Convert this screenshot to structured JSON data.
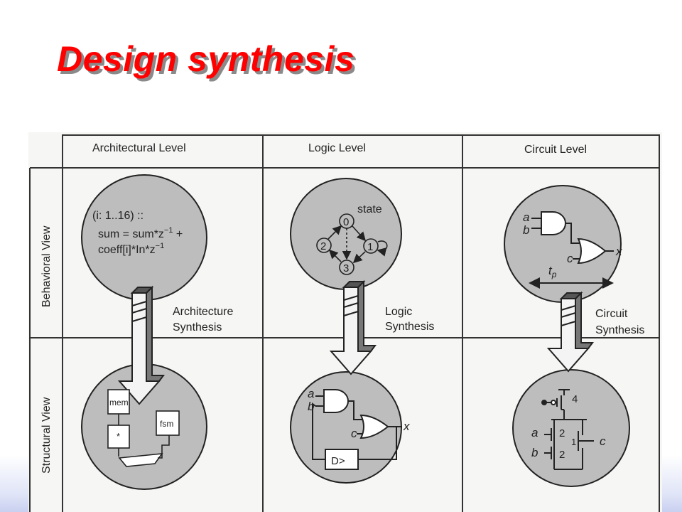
{
  "title": "Design synthesis",
  "columns": {
    "architectural": "Architectural Level",
    "logic": "Logic Level",
    "circuit": "Circuit Level"
  },
  "rows": {
    "behavioral": "Behavioral View",
    "structural": "Structural View"
  },
  "arch_behavior": {
    "line1": "(i: 1..16) ::",
    "line2": "sum = sum*z",
    "line2_exp": "−1",
    "line2_tail": " +",
    "line3": "coeff[i]*In*z",
    "line3_exp": "−1"
  },
  "arch_synthesis": {
    "line1": "Architecture",
    "line2": "Synthesis"
  },
  "logic_synthesis": {
    "line1": "Logic",
    "line2": "Synthesis"
  },
  "circuit_synthesis": {
    "line1": "Circuit",
    "line2": "Synthesis"
  },
  "fsm_diagram": {
    "label": "state",
    "s0": "0",
    "s1": "1",
    "s2": "2",
    "s3": "3"
  },
  "gate_labels": {
    "a": "a",
    "b": "b",
    "c": "c",
    "x": "x",
    "t": "t",
    "t_sub": "p"
  },
  "arch_structure": {
    "mem": "mem",
    "mult": "*",
    "fsm": "fsm"
  },
  "flipflop": "D>",
  "transistor_labels": {
    "w4": "4",
    "w2a": "2",
    "w2b": "2",
    "w1": "1"
  },
  "colors": {
    "title": "#ff0000",
    "bubble": "#bdbdbd",
    "line": "#222222"
  }
}
